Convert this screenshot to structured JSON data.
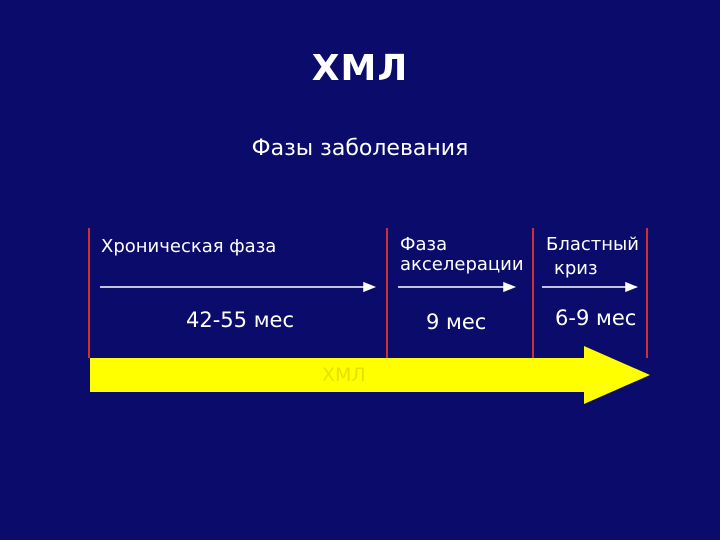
{
  "slide": {
    "title": "ХМЛ",
    "subtitle": "Фазы заболевания"
  },
  "phases": [
    {
      "name": "Хроническая фаза",
      "duration": "42-55 мес"
    },
    {
      "name_line1": "Фаза",
      "name_line2": "акселерации",
      "duration": "9 мес"
    },
    {
      "name_line1": "Бластный",
      "name_line2": "криз",
      "duration": "6-9 мес"
    }
  ],
  "main_arrow": {
    "label": "ХМЛ",
    "color": "#ffff00"
  },
  "colors": {
    "background": "#0b0b6b",
    "divider": "#d03030",
    "text": "#ffffff",
    "arrow": "#ffff00"
  }
}
